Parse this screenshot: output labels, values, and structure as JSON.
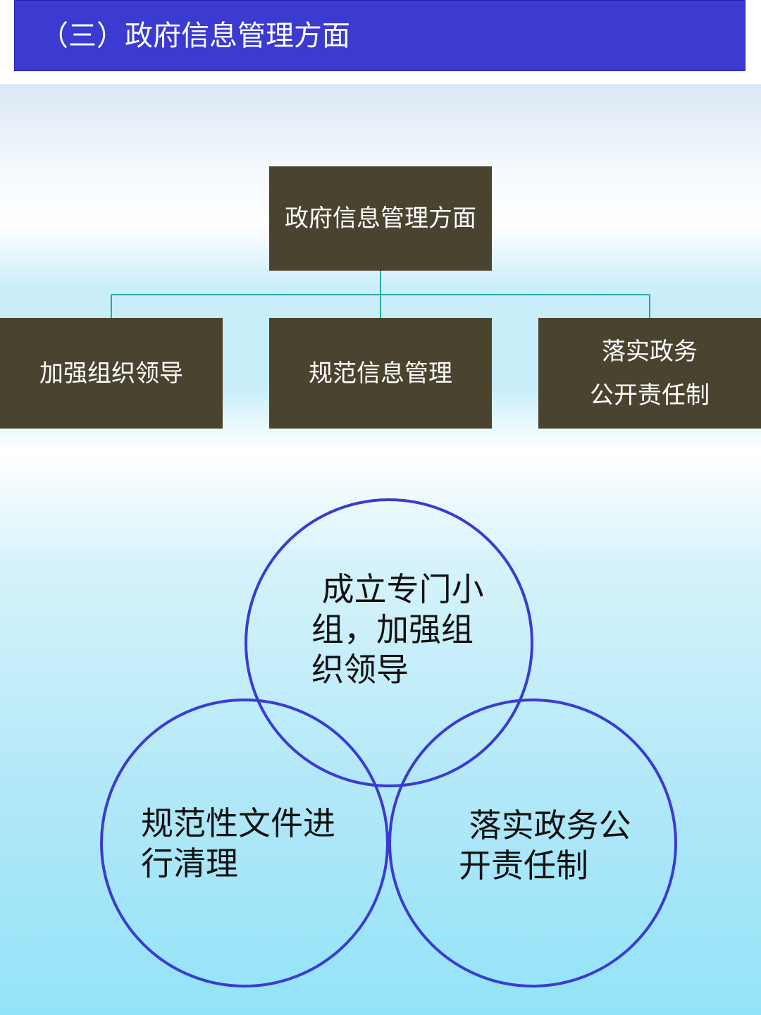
{
  "header": {
    "title": "（三）政府信息管理方面"
  },
  "org_chart": {
    "root": "政府信息管理方面",
    "children": [
      {
        "label": "加强组织领导"
      },
      {
        "label": "规范信息管理"
      },
      {
        "label": "落实政务公开责任制",
        "lines": [
          "落实政务",
          "公开责任制"
        ]
      }
    ]
  },
  "venn": {
    "top": "成立专门小组，加强组织领导",
    "top_lines": [
      " 成立专门小",
      "组，加强组",
      "织领导"
    ],
    "left": "规范性文件进行清理",
    "left_lines": [
      "规范性文件进",
      "行清理"
    ],
    "right": "落实政务公开责任制",
    "right_lines": [
      " 落实政务公",
      "开责任制"
    ]
  },
  "colors": {
    "header_bg": "#3b3bd1",
    "box_bg": "#4a432f",
    "connector": "#2aa7a5",
    "circle_stroke": "#3b3bd1"
  }
}
